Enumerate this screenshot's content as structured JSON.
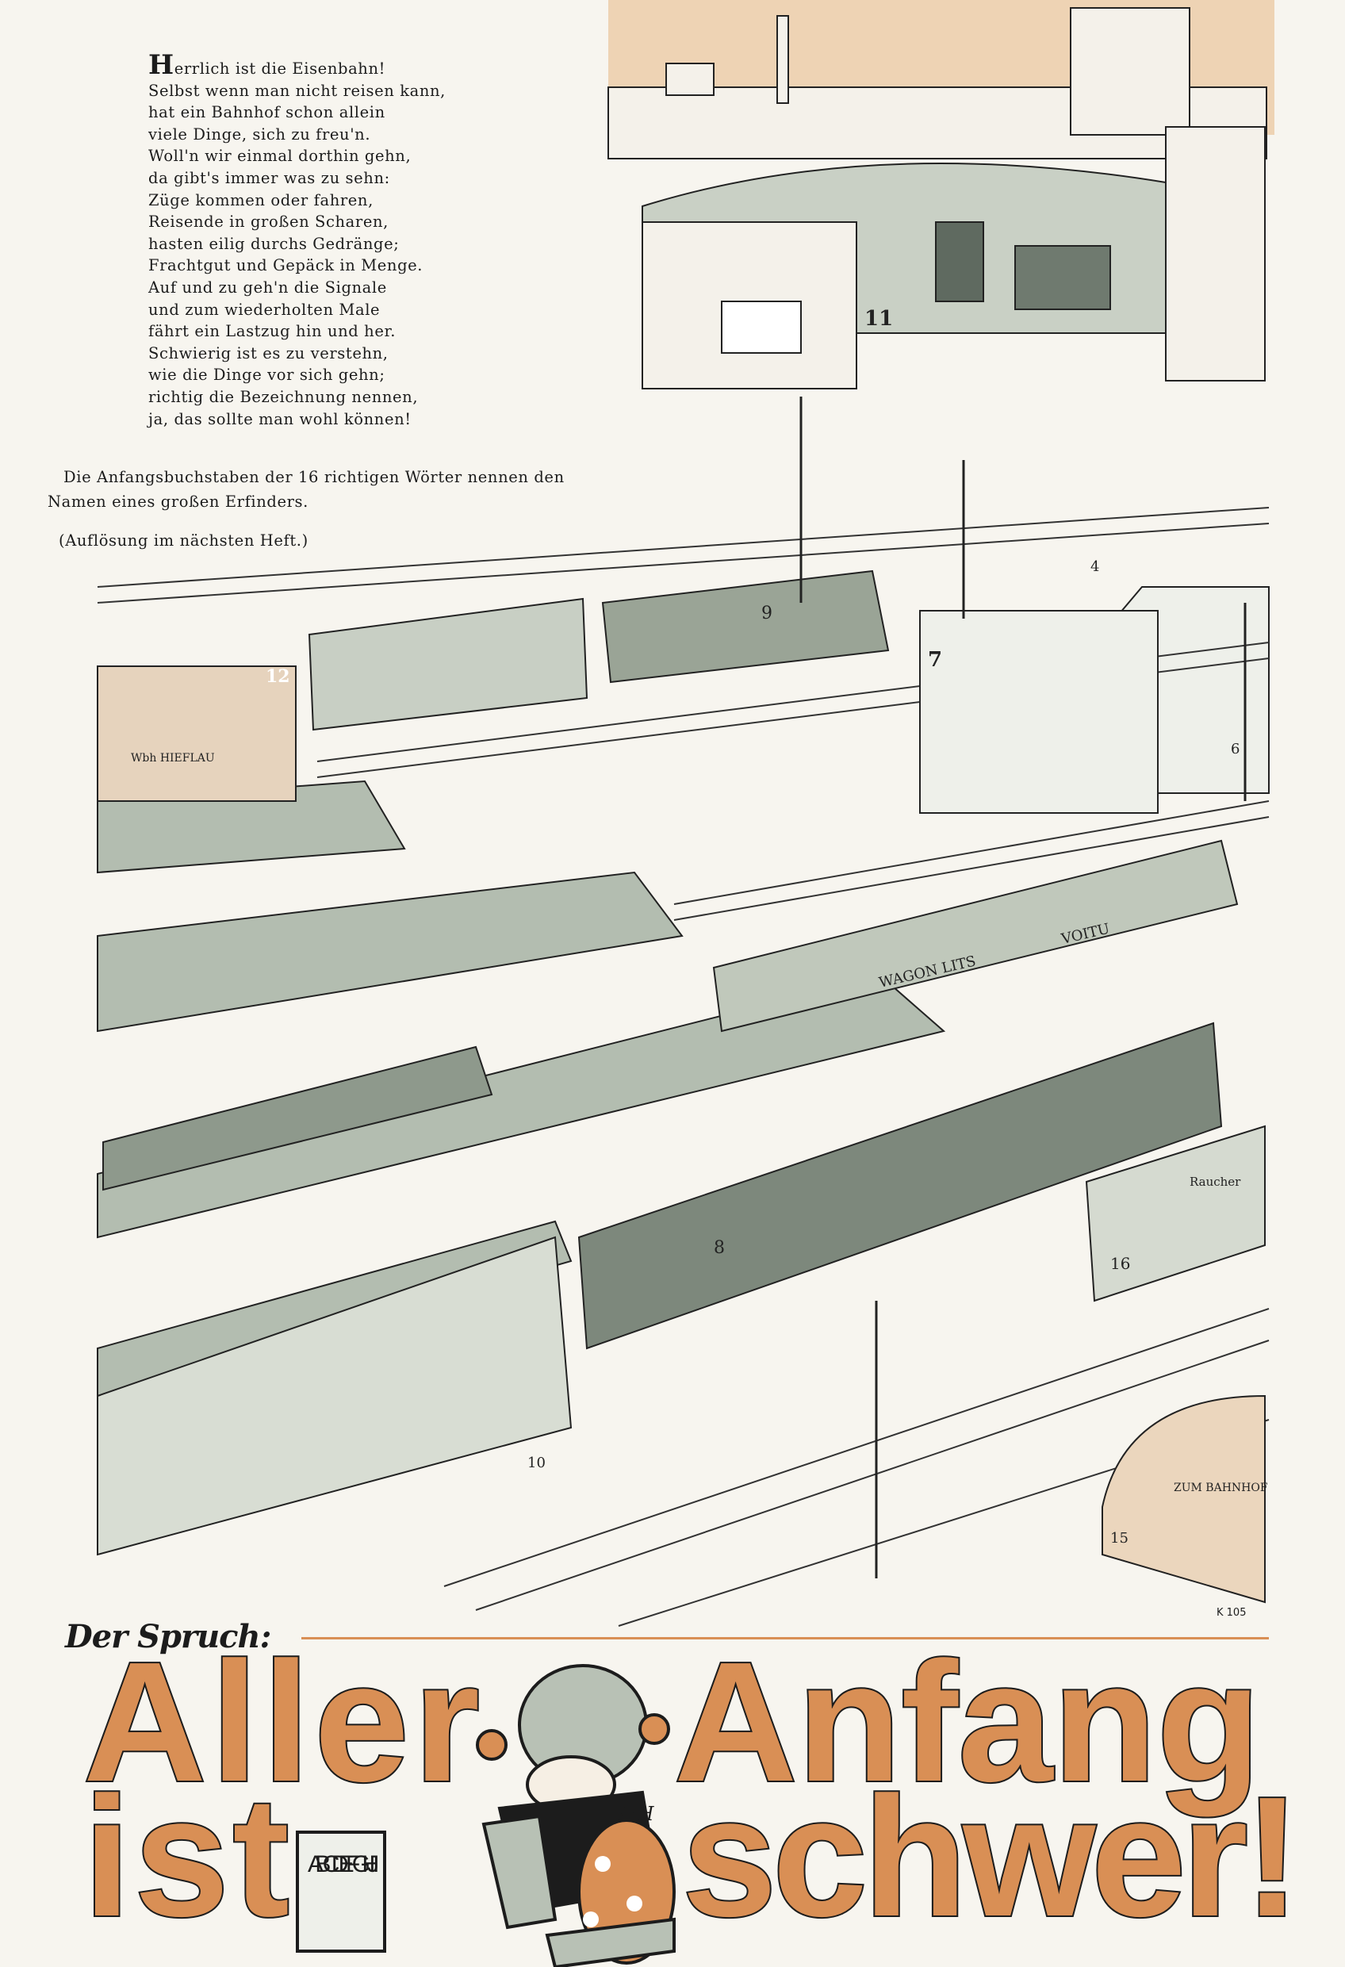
{
  "poem": {
    "initial": "H",
    "lines": [
      "errlich ist die Eisenbahn!",
      "Selbst wenn man nicht reisen kann,",
      "hat ein Bahnhof schon allein",
      "viele Dinge, sich zu freu'n.",
      "Woll'n wir einmal dorthin gehn,",
      "da gibt's immer was zu sehn:",
      "Züge kommen oder fahren,",
      "Reisende in großen Scharen,",
      "hasten eilig durchs Gedränge;",
      "Frachtgut und Gepäck in Menge.",
      "Auf und zu geh'n die Signale",
      "und zum wiederholten Male",
      "fährt ein Lastzug hin und her.",
      "Schwierig ist es zu verstehn,",
      "wie die Dinge vor sich gehn;",
      "richtig die Bezeichnung nennen,",
      "ja, das sollte man wohl können!"
    ]
  },
  "instructions": "Die Anfangsbuchstaben der 16 richtigen Wörter nennen den Namen eines großen Erfinders.",
  "solution_note": "(Auflösung im nächsten Heft.)",
  "illustration": {
    "labels": [
      "11",
      "9",
      "7",
      "12",
      "4",
      "8",
      "16",
      "15",
      "10",
      "6"
    ],
    "wagon_text": [
      "WAGON LITS",
      "VOITU"
    ],
    "hopper_text": "Wbh HIEFLAU",
    "bus_text": "ZUM BAHNHOF",
    "coach_text": "Raucher",
    "code": "K 105"
  },
  "spruch_label": "Der Spruch:",
  "motto": {
    "words": [
      "Aller",
      "Anfang",
      "ist",
      "schwer!"
    ],
    "book_letters": "ABCD EFGH IJ",
    "signature": "L·H"
  },
  "colors": {
    "paper": "#f7f5ef",
    "orange": "#d98f55",
    "greygreen": "#b3bdb0",
    "ink": "#1c1c1c"
  }
}
